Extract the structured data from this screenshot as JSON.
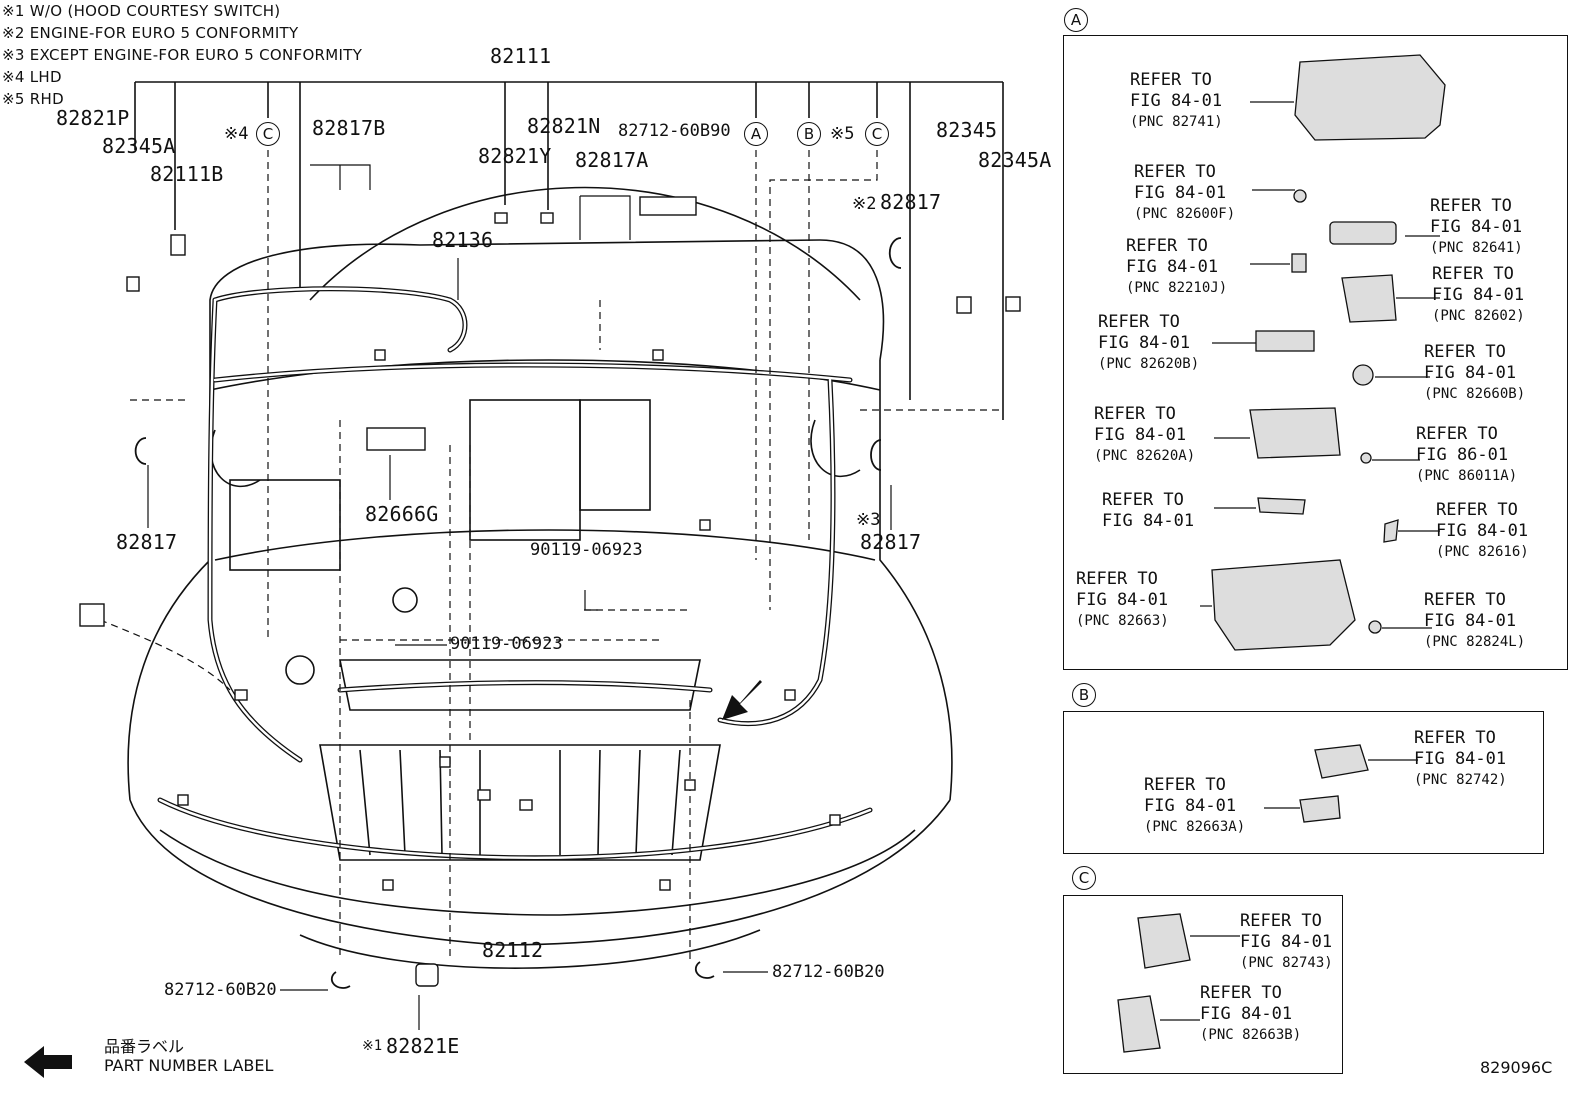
{
  "notes": [
    "※1 W/O (HOOD COURTESY SWITCH)",
    "※2 ENGINE-FOR EURO 5 CONFORMITY",
    "※3 EXCEPT ENGINE-FOR EURO 5 CONFORMITY",
    "※4 LHD",
    "※5 RHD"
  ],
  "part_labels": {
    "p82111": "82111",
    "p82821P": "82821P",
    "p82345A_left": "82345A",
    "p82111B": "82111B",
    "p4c_mark": "※4",
    "p82817B": "82817B",
    "p82821N": "82821N",
    "p82821Y": "82821Y",
    "p82817A": "82817A",
    "p82712_60B90": "82712-60B90",
    "p5c_mark": "※5",
    "p82345": "82345",
    "p82345A_right": "82345A",
    "p2_mark": "※2",
    "p82817_top": "82817",
    "p82136": "82136",
    "p82817_left": "82817",
    "p82666G": "82666G",
    "p3_mark": "※3",
    "p82817_right": "82817",
    "p90119_a": "90119-06923",
    "p90119_b": "90119-06923",
    "p82112": "82112",
    "p82712_60B20_left": "82712-60B20",
    "p82712_60B20_right": "82712-60B20",
    "p1_mark": "※1",
    "p82821E": "82821E"
  },
  "callouts": {
    "A": "A",
    "B": "B",
    "C": "C"
  },
  "refer_to": "REFER TO",
  "panel_a": [
    {
      "fig": "FIG 84-01",
      "pnc": "(PNC 82741)"
    },
    {
      "fig": "FIG 84-01",
      "pnc": "(PNC 82600F)"
    },
    {
      "fig": "FIG 84-01",
      "pnc": "(PNC 82641)"
    },
    {
      "fig": "FIG 84-01",
      "pnc": "(PNC 82210J)"
    },
    {
      "fig": "FIG 84-01",
      "pnc": "(PNC 82602)"
    },
    {
      "fig": "FIG 84-01",
      "pnc": "(PNC 82620B)"
    },
    {
      "fig": "FIG 84-01",
      "pnc": "(PNC 82660B)"
    },
    {
      "fig": "FIG 84-01",
      "pnc": "(PNC 82620A)"
    },
    {
      "fig": "FIG 86-01",
      "pnc": "(PNC 86011A)"
    },
    {
      "fig": "FIG 84-01",
      "pnc": ""
    },
    {
      "fig": "FIG 84-01",
      "pnc": "(PNC 82616)"
    },
    {
      "fig": "FIG 84-01",
      "pnc": "(PNC 82663)"
    },
    {
      "fig": "FIG 84-01",
      "pnc": "(PNC 82824L)"
    }
  ],
  "panel_b": [
    {
      "fig": "FIG 84-01",
      "pnc": "(PNC 82742)"
    },
    {
      "fig": "FIG 84-01",
      "pnc": "(PNC 82663A)"
    }
  ],
  "panel_c": [
    {
      "fig": "FIG 84-01",
      "pnc": "(PNC 82743)"
    },
    {
      "fig": "FIG 84-01",
      "pnc": "(PNC 82663B)"
    }
  ],
  "footer": {
    "label_jp": "品番ラベル",
    "label_en": "PART NUMBER LABEL",
    "diagram_id": "829096C"
  }
}
